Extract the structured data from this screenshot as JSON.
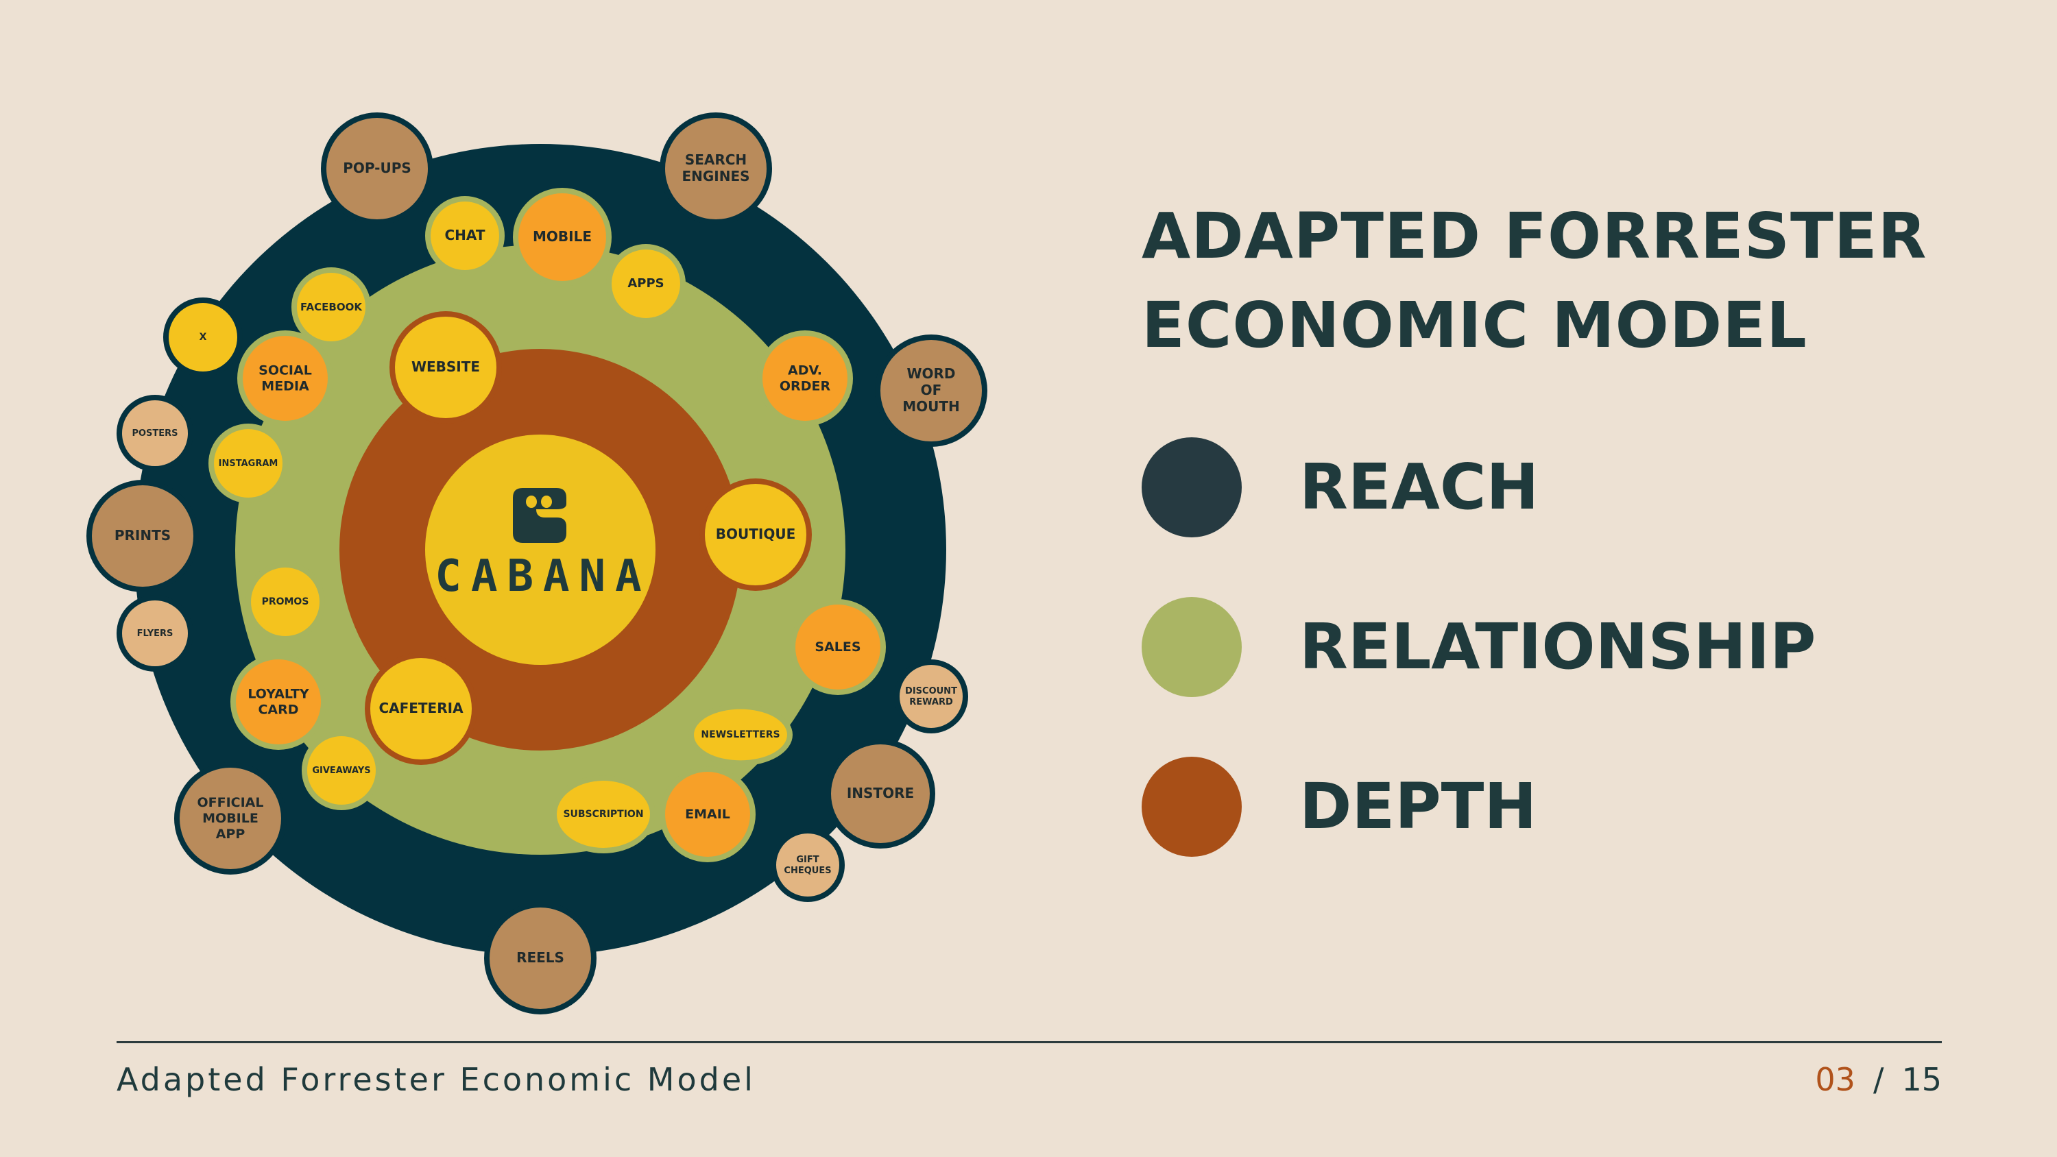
{
  "slide": {
    "title_lines": [
      "ADAPTED FORRESTER",
      "ECONOMIC MODEL"
    ],
    "footer_title": "Adapted Forrester Economic Model",
    "page_current": "03",
    "page_separator": "/",
    "page_total": "15"
  },
  "legend": [
    {
      "label": "REACH",
      "color": "#263a41"
    },
    {
      "label": "RELATIONSHIP",
      "color": "#aab564"
    },
    {
      "label": "DEPTH",
      "color": "#a84f17"
    }
  ],
  "colors": {
    "background": "#ede1d3",
    "reach_ring": "#04323f",
    "relationship_ring": "#a7b45d",
    "depth_ring": "#a84f17",
    "center": "#eec21f",
    "bubble_tan": "#b98b5b",
    "bubble_light_tan": "#e2b582",
    "bubble_orange": "#f7a028",
    "bubble_yellow": "#f4c31e",
    "text_dark": "#1f3a3c",
    "accent": "#b0521b"
  },
  "diagram": {
    "brand": "CABANA",
    "logo_icon": "cabana-logo-icon",
    "reach_channels": [
      "POP-UPS",
      "SEARCH ENGINES",
      "WORD OF MOUTH",
      "DISCOUNT REWARD",
      "INSTORE",
      "GIFT CHEQUES",
      "REELS",
      "OFFICIAL MOBILE APP",
      "FLYERS",
      "PRINTS",
      "POSTERS",
      "X"
    ],
    "relationship_channels": [
      "CHAT",
      "MOBILE",
      "APPS",
      "FACEBOOK",
      "SOCIAL MEDIA",
      "INSTAGRAM",
      "ADV. ORDER",
      "SALES",
      "NEWSLETTERS",
      "EMAIL",
      "SUBSCRIPTION",
      "GIVEAWAYS",
      "LOYALTY CARD",
      "PROMOS"
    ],
    "depth_channels": [
      "WEBSITE",
      "BOUTIQUE",
      "CAFETERIA"
    ]
  }
}
